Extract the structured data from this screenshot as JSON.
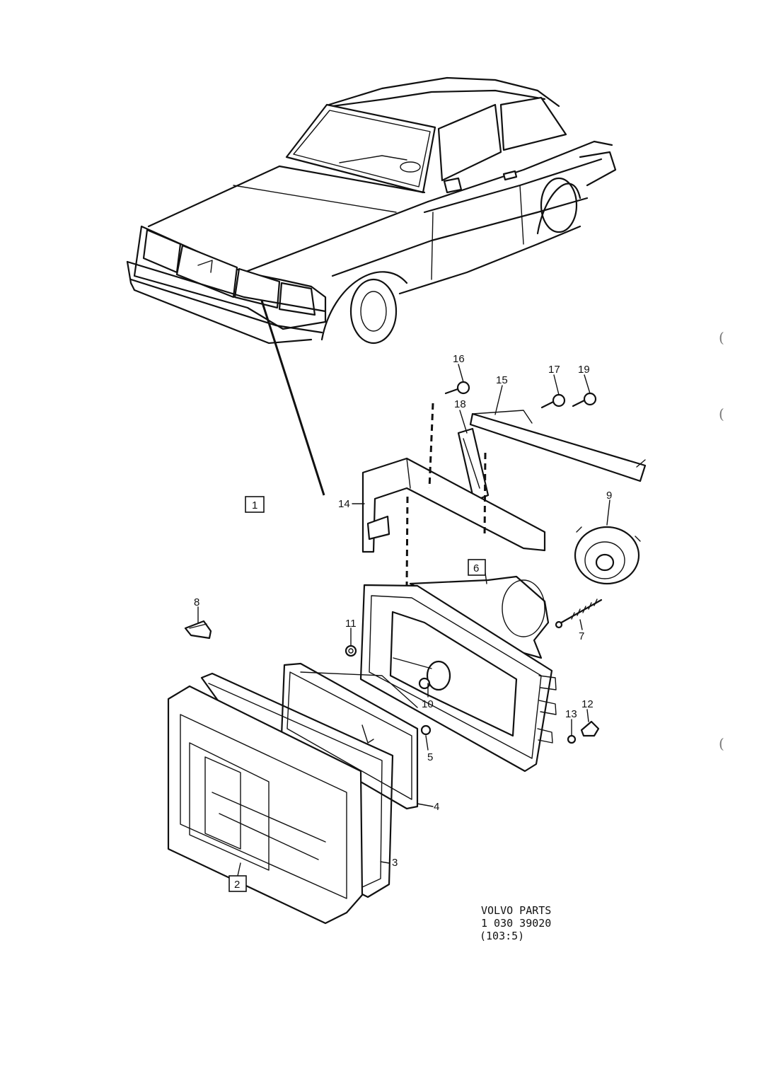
{
  "callouts": {
    "c1": "1",
    "c2": "2",
    "c3": "3",
    "c4": "4",
    "c5": "5",
    "c6": "6",
    "c7": "7",
    "c8": "8",
    "c9": "9",
    "c10": "10",
    "c11": "11",
    "c12": "12",
    "c13": "13",
    "c14": "14",
    "c15": "15",
    "c16": "16",
    "c17": "17",
    "c18": "18",
    "c19": "19"
  },
  "footer": {
    "line1": "VOLVO  PARTS",
    "line2": "1  030   39020",
    "line3": "(103:5)"
  },
  "margin_marks": [
    "(",
    "(",
    "("
  ]
}
